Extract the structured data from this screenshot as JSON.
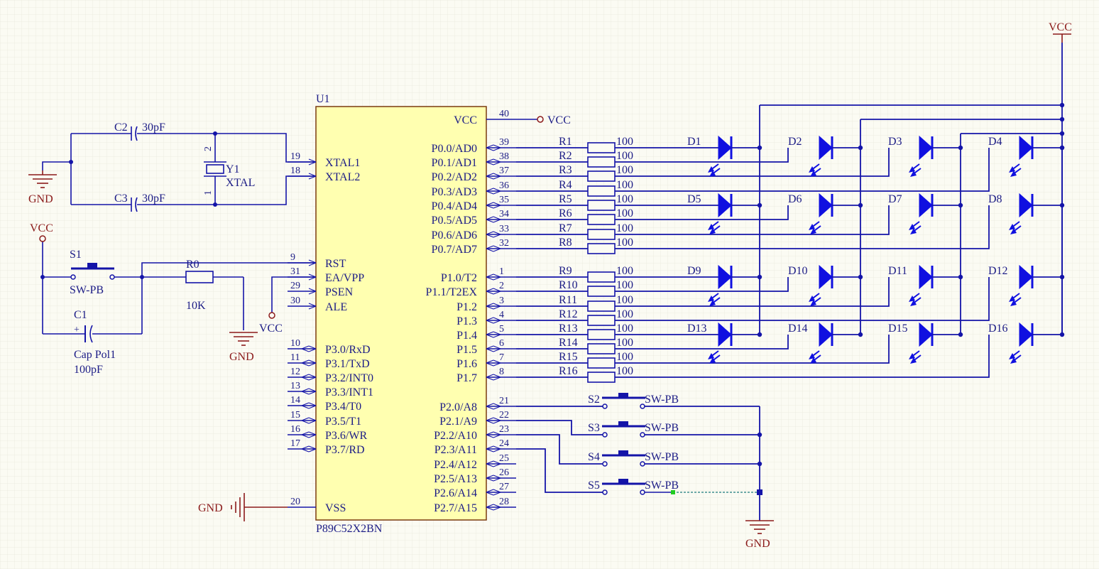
{
  "colors": {
    "background": "#fbfbf3",
    "wire": "#1414a8",
    "symbol": "#1c1c86",
    "power": "#8b1a1a",
    "chip_fill": "#ffffb0",
    "grid": "#ecece0",
    "led_fill": "#1010e0",
    "highlight": "#22cc22"
  },
  "icons": [
    "ground-symbol",
    "vcc-port-circle",
    "led-diode",
    "resistor",
    "push-button",
    "crystal",
    "capacitor",
    "polarized-capacitor",
    "pin-arrow"
  ],
  "chip": {
    "designator": "U1",
    "part": "P89C52X2BN",
    "left_pins": [
      {
        "num": "19",
        "name": "XTAL1"
      },
      {
        "num": "18",
        "name": "XTAL2"
      },
      {
        "num": "9",
        "name": "RST"
      },
      {
        "num": "31",
        "name": "EA/VPP"
      },
      {
        "num": "29",
        "name": "PSEN"
      },
      {
        "num": "30",
        "name": "ALE"
      },
      {
        "num": "10",
        "name": "P3.0/RxD"
      },
      {
        "num": "11",
        "name": "P3.1/TxD"
      },
      {
        "num": "12",
        "name": "P3.2/INT0"
      },
      {
        "num": "13",
        "name": "P3.3/INT1"
      },
      {
        "num": "14",
        "name": "P3.4/T0"
      },
      {
        "num": "15",
        "name": "P3.5/T1"
      },
      {
        "num": "16",
        "name": "P3.6/WR"
      },
      {
        "num": "17",
        "name": "P3.7/RD"
      },
      {
        "num": "20",
        "name": "VSS"
      }
    ],
    "right_pins": [
      {
        "num": "40",
        "name": "VCC"
      },
      {
        "num": "39",
        "name": "P0.0/AD0"
      },
      {
        "num": "38",
        "name": "P0.1/AD1"
      },
      {
        "num": "37",
        "name": "P0.2/AD2"
      },
      {
        "num": "36",
        "name": "P0.3/AD3"
      },
      {
        "num": "35",
        "name": "P0.4/AD4"
      },
      {
        "num": "34",
        "name": "P0.5/AD5"
      },
      {
        "num": "33",
        "name": "P0.6/AD6"
      },
      {
        "num": "32",
        "name": "P0.7/AD7"
      },
      {
        "num": "1",
        "name": "P1.0/T2"
      },
      {
        "num": "2",
        "name": "P1.1/T2EX"
      },
      {
        "num": "3",
        "name": "P1.2"
      },
      {
        "num": "4",
        "name": "P1.3"
      },
      {
        "num": "5",
        "name": "P1.4"
      },
      {
        "num": "6",
        "name": "P1.5"
      },
      {
        "num": "7",
        "name": "P1.6"
      },
      {
        "num": "8",
        "name": "P1.7"
      },
      {
        "num": "21",
        "name": "P2.0/A8"
      },
      {
        "num": "22",
        "name": "P2.1/A9"
      },
      {
        "num": "23",
        "name": "P2.2/A10"
      },
      {
        "num": "24",
        "name": "P2.3/A11"
      },
      {
        "num": "25",
        "name": "P2.4/A12"
      },
      {
        "num": "26",
        "name": "P2.5/A13"
      },
      {
        "num": "27",
        "name": "P2.6/A14"
      },
      {
        "num": "28",
        "name": "P2.7/A15"
      }
    ]
  },
  "resistors": [
    {
      "ref": "R1",
      "value": "100"
    },
    {
      "ref": "R2",
      "value": "100"
    },
    {
      "ref": "R3",
      "value": "100"
    },
    {
      "ref": "R4",
      "value": "100"
    },
    {
      "ref": "R5",
      "value": "100"
    },
    {
      "ref": "R6",
      "value": "100"
    },
    {
      "ref": "R7",
      "value": "100"
    },
    {
      "ref": "R8",
      "value": "100"
    },
    {
      "ref": "R9",
      "value": "100"
    },
    {
      "ref": "R10",
      "value": "100"
    },
    {
      "ref": "R11",
      "value": "100"
    },
    {
      "ref": "R12",
      "value": "100"
    },
    {
      "ref": "R13",
      "value": "100"
    },
    {
      "ref": "R14",
      "value": "100"
    },
    {
      "ref": "R15",
      "value": "100"
    },
    {
      "ref": "R16",
      "value": "100"
    }
  ],
  "leds": [
    "D1",
    "D2",
    "D3",
    "D4",
    "D5",
    "D6",
    "D7",
    "D8",
    "D9",
    "D10",
    "D11",
    "D12",
    "D13",
    "D14",
    "D15",
    "D16"
  ],
  "switches": [
    {
      "ref": "S2",
      "label": "SW-PB"
    },
    {
      "ref": "S3",
      "label": "SW-PB"
    },
    {
      "ref": "S4",
      "label": "SW-PB"
    },
    {
      "ref": "S5",
      "label": "SW-PB"
    }
  ],
  "crystal": {
    "c2_ref": "C2",
    "c2_value": "30pF",
    "c3_ref": "C3",
    "c3_value": "30pF",
    "y_ref": "Y1",
    "y_value": "XTAL",
    "pin2": "2",
    "pin1": "1"
  },
  "reset": {
    "s1_ref": "S1",
    "s1_label": "SW-PB",
    "r0_ref": "R0",
    "r0_value": "10K",
    "c1_ref": "C1",
    "c1_type": "Cap Pol1",
    "c1_value": "100pF"
  },
  "power": {
    "vcc": "VCC",
    "gnd": "GND"
  }
}
